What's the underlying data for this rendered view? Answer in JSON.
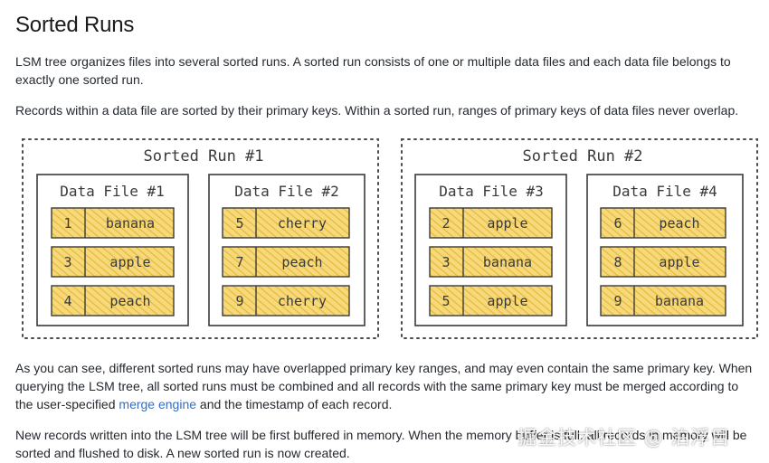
{
  "heading": "Sorted Runs",
  "paragraph1": "LSM tree organizes files into several sorted runs. A sorted run consists of one or multiple data files and each data file belongs to exactly one sorted run.",
  "paragraph2": "Records within a data file are sorted by their primary keys. Within a sorted run, ranges of primary keys of data files never overlap.",
  "paragraph3": {
    "before_link": "As you can see, different sorted runs may have overlapped primary key ranges, and may even contain the same primary key. When querying the LSM tree, all sorted runs must be combined and all records with the same primary key must be merged according to the user-specified ",
    "link": "merge engine",
    "after_link": " and the timestamp of each record."
  },
  "paragraph4": "New records written into the LSM tree will be first buffered in memory. When the memory buffer is full, all records in memory will be sorted and flushed to disk. A new sorted run is now created.",
  "watermark": "掘金技术社区 @ 泊浮目",
  "colors": {
    "cell_fill": "#f6d97a",
    "cell_hatch": "#e8b83a",
    "stroke": "#3a3a3a",
    "link": "#2f6fc9"
  },
  "diagram": {
    "runs": [
      {
        "title": "Sorted Run #1",
        "files": [
          {
            "title": "Data File #1",
            "records": [
              {
                "key": "1",
                "value": "banana"
              },
              {
                "key": "3",
                "value": "apple"
              },
              {
                "key": "4",
                "value": "peach"
              }
            ]
          },
          {
            "title": "Data File #2",
            "records": [
              {
                "key": "5",
                "value": "cherry"
              },
              {
                "key": "7",
                "value": "peach"
              },
              {
                "key": "9",
                "value": "cherry"
              }
            ]
          }
        ]
      },
      {
        "title": "Sorted Run #2",
        "files": [
          {
            "title": "Data File #3",
            "records": [
              {
                "key": "2",
                "value": "apple"
              },
              {
                "key": "3",
                "value": "banana"
              },
              {
                "key": "5",
                "value": "apple"
              }
            ]
          },
          {
            "title": "Data File #4",
            "records": [
              {
                "key": "6",
                "value": "peach"
              },
              {
                "key": "8",
                "value": "apple"
              },
              {
                "key": "9",
                "value": "banana"
              }
            ]
          }
        ]
      }
    ]
  }
}
